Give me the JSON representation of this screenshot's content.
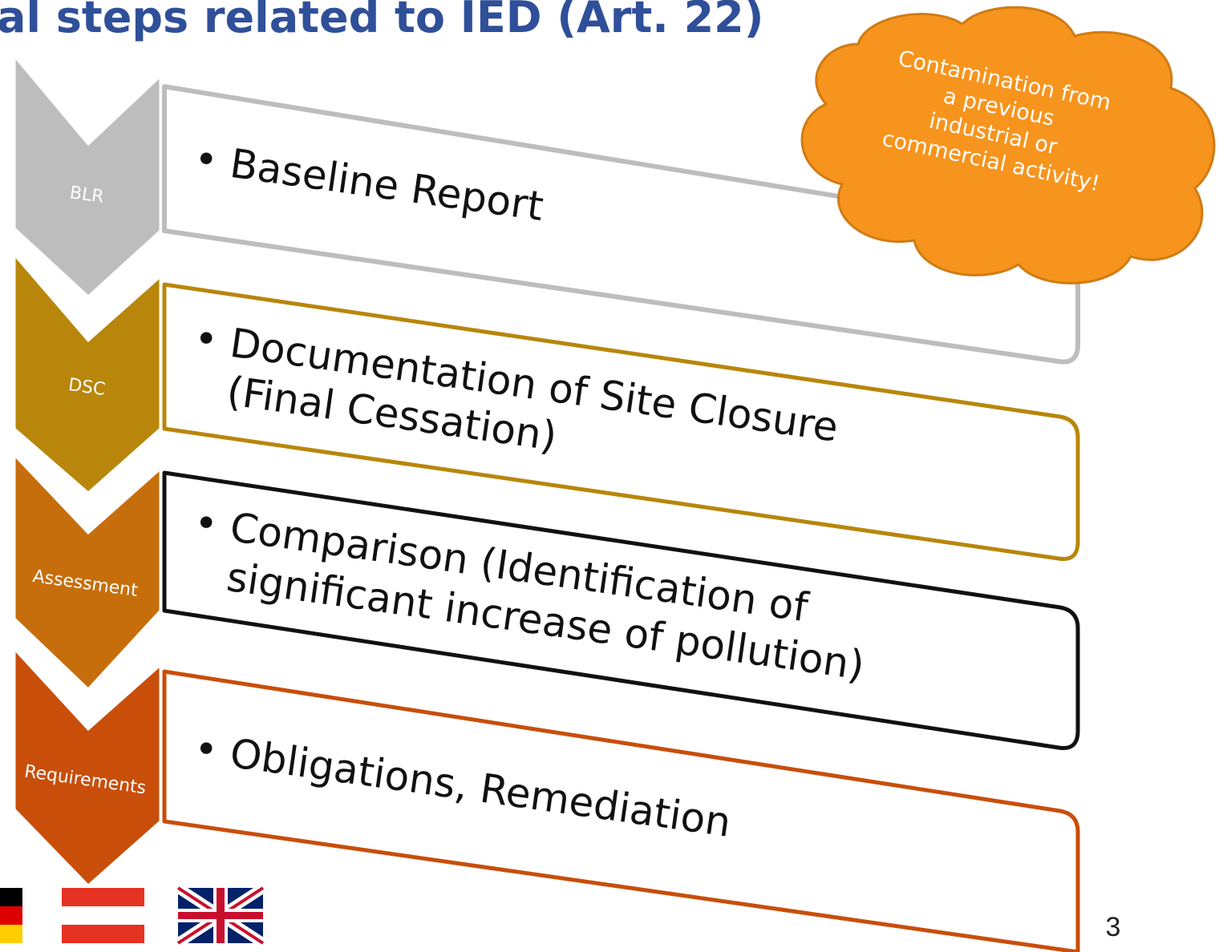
{
  "slide": {
    "title": "al steps related to IED (Art. 22)",
    "page_number": "3"
  },
  "steps": [
    {
      "label": "BLR",
      "lines": [
        "• Baseline Report"
      ],
      "color": "#bdbdbd"
    },
    {
      "label": "DSC",
      "lines": [
        "• Documentation of Site Closure",
        "(Final Cessation)"
      ],
      "color": "#b8860b"
    },
    {
      "label": "Assessment",
      "lines": [
        "• Comparison  (Identification of",
        "significant increase of pollution)"
      ],
      "color": "#c76e0c"
    },
    {
      "label": "Requirements",
      "lines": [
        "• Obligations, Remediation"
      ],
      "color": "#c84e0a"
    }
  ],
  "callout": {
    "lines": [
      "Contamination from",
      "a previous",
      "industrial or",
      "commercial activity!"
    ],
    "color": "#f7941d"
  },
  "flags": [
    {
      "icon": "germany-flag-icon"
    },
    {
      "icon": "austria-flag-icon"
    },
    {
      "icon": "uk-flag-icon"
    }
  ]
}
